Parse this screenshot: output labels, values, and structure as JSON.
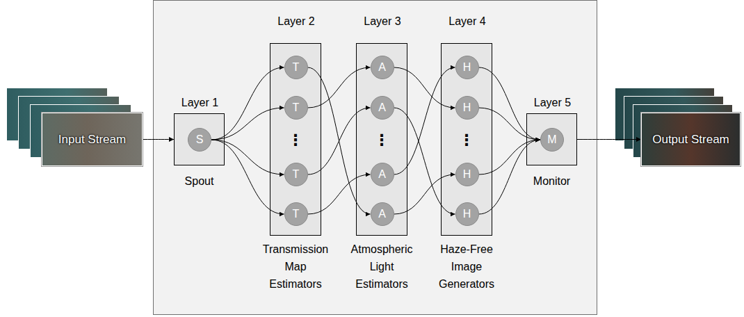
{
  "diagram": {
    "nodes": [
      {
        "text": [
          "Input Stream"
        ]
      },
      {
        "text": [
          "Layer 1",
          "Spout"
        ]
      },
      {
        "text": [
          "S"
        ],
        "in": 1
      },
      {
        "text": [
          "Layer 2",
          "Transmission Map Estimators"
        ]
      },
      {
        "text": [
          "T"
        ],
        "in": 3
      },
      {
        "text": [
          "T"
        ],
        "in": 3
      },
      {
        "text": [
          "T"
        ],
        "in": 3
      },
      {
        "text": [
          "T"
        ],
        "in": 3
      },
      {
        "text": [
          "Layer 3",
          "Atmospheric Light Estimators"
        ]
      },
      {
        "text": [
          "A"
        ],
        "in": 8
      },
      {
        "text": [
          "A"
        ],
        "in": 8
      },
      {
        "text": [
          "A"
        ],
        "in": 8
      },
      {
        "text": [
          "A"
        ],
        "in": 8
      },
      {
        "text": [
          "Layer 4",
          "Haze-Free Image Generators"
        ]
      },
      {
        "text": [
          "H"
        ],
        "in": 13
      },
      {
        "text": [
          "H"
        ],
        "in": 13
      },
      {
        "text": [
          "H"
        ],
        "in": 13
      },
      {
        "text": [
          "H"
        ],
        "in": 13
      },
      {
        "text": [
          "Layer 5",
          "Monitor"
        ]
      },
      {
        "text": [
          "M"
        ],
        "in": 18
      },
      {
        "text": [
          "Output Stream"
        ]
      }
    ],
    "edges": [
      {
        "from": 0,
        "to": 1,
        "arrow": "to"
      },
      {
        "from": 2,
        "to": 4,
        "arrow": "to"
      },
      {
        "from": 2,
        "to": 5,
        "arrow": "to"
      },
      {
        "from": 2,
        "to": 6,
        "arrow": "to"
      },
      {
        "from": 2,
        "to": 7,
        "arrow": "to"
      },
      {
        "from": 4,
        "to": 12,
        "arrow": "to"
      },
      {
        "from": 5,
        "to": 9,
        "arrow": "to"
      },
      {
        "from": 6,
        "to": 10,
        "arrow": "to"
      },
      {
        "from": 7,
        "to": 11,
        "arrow": "to"
      },
      {
        "from": 9,
        "to": 15,
        "arrow": "to"
      },
      {
        "from": 10,
        "to": 17,
        "arrow": "to"
      },
      {
        "from": 11,
        "to": 14,
        "arrow": "to"
      },
      {
        "from": 12,
        "to": 16,
        "arrow": "to"
      },
      {
        "from": 14,
        "to": 19,
        "arrow": "to"
      },
      {
        "from": 15,
        "to": 19,
        "arrow": "to"
      },
      {
        "from": 16,
        "to": 19,
        "arrow": "to"
      },
      {
        "from": 17,
        "to": 19,
        "arrow": "to"
      },
      {
        "from": 18,
        "to": 20,
        "arrow": "to"
      }
    ],
    "labels": [
      "⋮",
      "⋮",
      "⋮"
    ]
  }
}
